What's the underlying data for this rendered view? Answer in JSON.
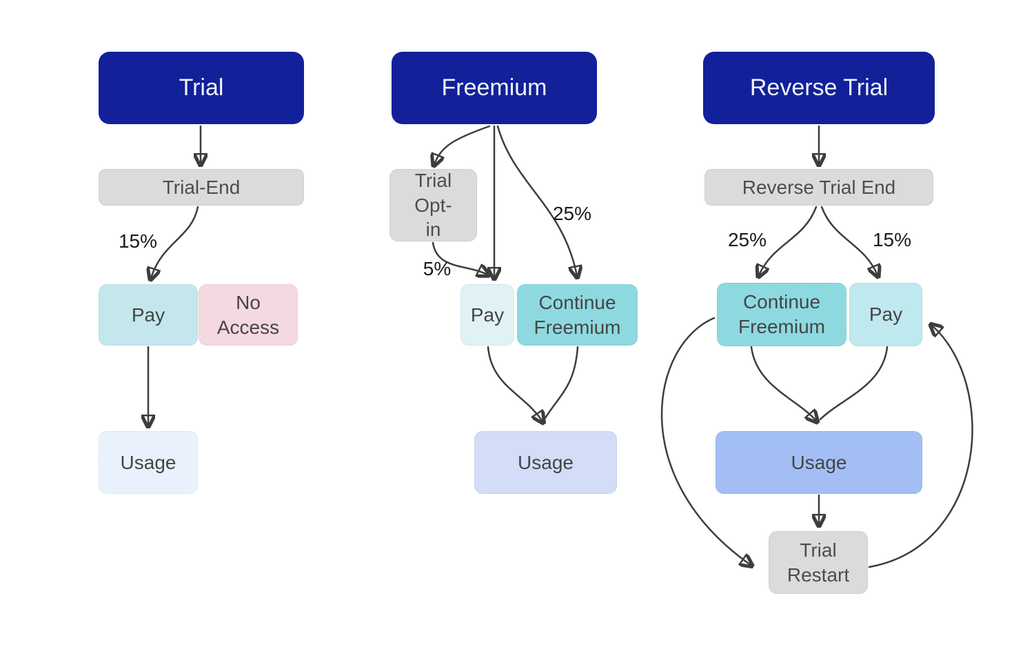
{
  "colors": {
    "background": "#ffffff",
    "header-bg": "#12219a",
    "header-text": "#f2f3f7",
    "gray-bg": "#dbdbdb",
    "gray-text": "#4d4d4d",
    "node-text": "#454545",
    "label-text": "#1b1b1b",
    "arrow": "#3d3d3d",
    "pink-bg": "#f5d9e0",
    "cyan-strong-bg": "#8ed9e0",
    "cyan-mid-bg": "#c4e7ed",
    "cyan-light-bg": "#bfe9ef",
    "cyan-pale-bg": "#e1f2f6",
    "usage-pale-bg": "#e9f2fc",
    "usage-light-bg": "#d3ddf8",
    "usage-mid-bg": "#a3bef5"
  },
  "trial": {
    "header": "Trial",
    "trial_end": "Trial-End",
    "pay_pct": "15%",
    "pay": "Pay",
    "no_access": "No Access",
    "usage": "Usage"
  },
  "freemium": {
    "header": "Freemium",
    "trial_opt_in": "Trial Opt-in",
    "continue_pct": "25%",
    "opt_in_pay_pct": "5%",
    "pay": "Pay",
    "continue_freemium": "Continue Freemium",
    "usage": "Usage"
  },
  "reverse_trial": {
    "header": "Reverse Trial",
    "reverse_trial_end": "Reverse Trial End",
    "continue_pct": "25%",
    "pay_pct": "15%",
    "continue_freemium": "Continue Freemium",
    "pay": "Pay",
    "usage": "Usage",
    "trial_restart": "Trial Restart"
  },
  "edges": [
    {
      "column": "Trial",
      "from": "Trial",
      "to": "Trial-End",
      "label": ""
    },
    {
      "column": "Trial",
      "from": "Trial-End",
      "to": "Pay",
      "label": "15%"
    },
    {
      "column": "Trial",
      "from": "Pay",
      "to": "Usage",
      "label": ""
    },
    {
      "column": "Freemium",
      "from": "Freemium",
      "to": "Trial Opt-in",
      "label": ""
    },
    {
      "column": "Freemium",
      "from": "Freemium",
      "to": "Pay",
      "label": ""
    },
    {
      "column": "Freemium",
      "from": "Freemium",
      "to": "Continue Freemium",
      "label": "25%"
    },
    {
      "column": "Freemium",
      "from": "Trial Opt-in",
      "to": "Pay",
      "label": "5%"
    },
    {
      "column": "Freemium",
      "from": "Pay",
      "to": "Usage",
      "label": ""
    },
    {
      "column": "Freemium",
      "from": "Continue Freemium",
      "to": "Usage",
      "label": ""
    },
    {
      "column": "Reverse Trial",
      "from": "Reverse Trial",
      "to": "Reverse Trial End",
      "label": ""
    },
    {
      "column": "Reverse Trial",
      "from": "Reverse Trial End",
      "to": "Continue Freemium",
      "label": "25%"
    },
    {
      "column": "Reverse Trial",
      "from": "Reverse Trial End",
      "to": "Pay",
      "label": "15%"
    },
    {
      "column": "Reverse Trial",
      "from": "Continue Freemium",
      "to": "Usage",
      "label": ""
    },
    {
      "column": "Reverse Trial",
      "from": "Pay",
      "to": "Usage",
      "label": ""
    },
    {
      "column": "Reverse Trial",
      "from": "Usage",
      "to": "Trial Restart",
      "label": ""
    },
    {
      "column": "Reverse Trial",
      "from": "Continue Freemium",
      "to": "Trial Restart",
      "label": ""
    },
    {
      "column": "Reverse Trial",
      "from": "Trial Restart",
      "to": "Pay",
      "label": ""
    }
  ]
}
